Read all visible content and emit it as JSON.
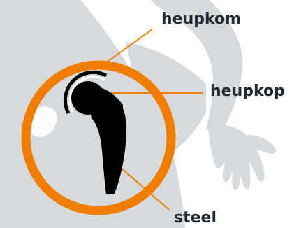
{
  "labels": {
    "cup": "heupkom",
    "head": "heupkop",
    "stem": "steel"
  },
  "colors": {
    "body": "#d7dadd",
    "background": "#ffffff",
    "ring": "#f07d00",
    "implant": "#000000",
    "leader_line": "#f07d00",
    "label_text": "#1f2a33"
  }
}
